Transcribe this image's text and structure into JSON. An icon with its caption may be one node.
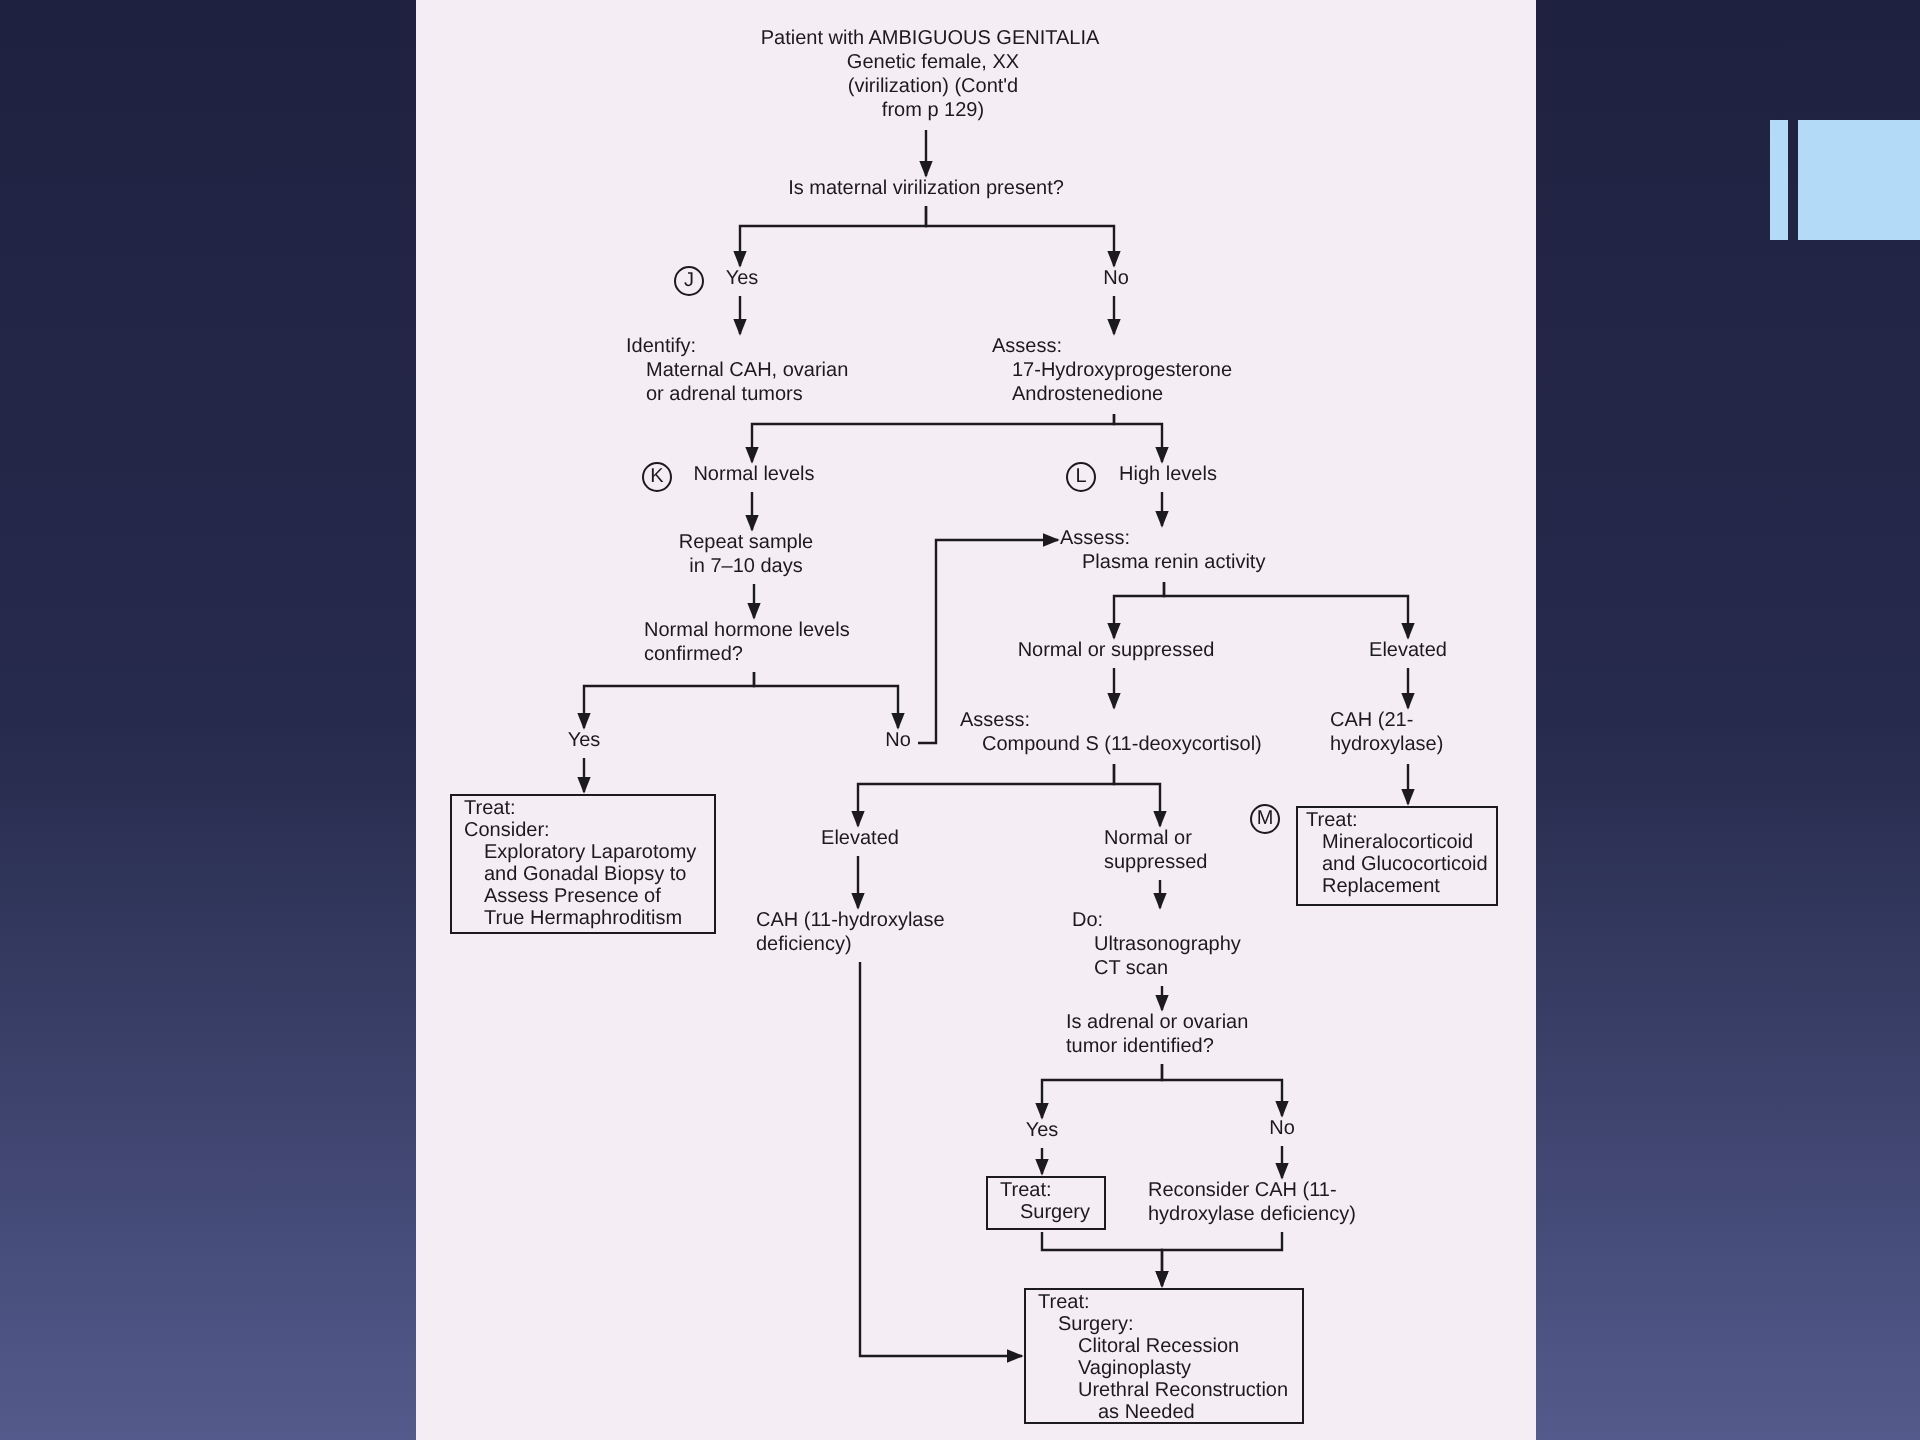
{
  "diagram": {
    "nodes": [
      {
        "text": [
          "Patient with AMBIGUOUS GENITALIA",
          "Genetic female, XX (virilization) (Cont'd from p 129)"
        ]
      },
      {
        "text": [
          "Is maternal virilization present?"
        ]
      },
      {
        "text": [
          "Yes"
        ],
        "beside": [
          "J"
        ]
      },
      {
        "text": [
          "No"
        ]
      },
      {
        "text": [
          "Identify:",
          "Maternal CAH, ovarian or adrenal tumors"
        ]
      },
      {
        "text": [
          "Assess:",
          "17-Hydroxyprogesterone Androstenedione"
        ]
      },
      {
        "text": [
          "Normal levels"
        ],
        "beside": [
          "K"
        ]
      },
      {
        "text": [
          "High levels"
        ],
        "beside": [
          "L"
        ]
      },
      {
        "text": [
          "Repeat sample in 7–10 days"
        ]
      },
      {
        "text": [
          "Normal hormone levels confirmed?"
        ]
      },
      {
        "text": [
          "Yes"
        ]
      },
      {
        "text": [
          "No"
        ]
      },
      {
        "text": [
          "Treat:",
          "Consider:",
          "Exploratory Laparotomy and Gonadal Biopsy to Assess Presence of True Hermaphroditism"
        ]
      },
      {
        "text": [
          "Assess:",
          "Plasma renin activity"
        ]
      },
      {
        "text": [
          "Normal or suppressed"
        ]
      },
      {
        "text": [
          "Elevated"
        ]
      },
      {
        "text": [
          "Assess:",
          "Compound S (11-deoxycortisol)"
        ]
      },
      {
        "text": [
          "CAH (21-hydroxylase)"
        ]
      },
      {
        "text": [
          "Treat:",
          "Mineralocorticoid and Glucocorticoid Replacement"
        ],
        "beside": [
          "M"
        ]
      },
      {
        "text": [
          "Elevated"
        ]
      },
      {
        "text": [
          "Normal or suppressed"
        ]
      },
      {
        "text": [
          "CAH (11-hydroxylase deficiency)"
        ]
      },
      {
        "text": [
          "Do:",
          "Ultrasonography CT scan"
        ]
      },
      {
        "text": [
          "Is adrenal or ovarian tumor identified?"
        ]
      },
      {
        "text": [
          "Yes"
        ]
      },
      {
        "text": [
          "No"
        ]
      },
      {
        "text": [
          "Treat:",
          "Surgery"
        ]
      },
      {
        "text": [
          "Reconsider CAH (11-hydroxylase deficiency)"
        ]
      },
      {
        "text": [
          "Treat:",
          "Surgery:",
          "Clitoral Recession",
          "Vaginoplasty",
          "Urethral Reconstruction as Needed"
        ]
      }
    ],
    "edges": [
      {
        "from": 0,
        "to": 1,
        "arrow": "to"
      },
      {
        "from": 1,
        "to": 2,
        "arrow": "to"
      },
      {
        "from": 1,
        "to": 3,
        "arrow": "to"
      },
      {
        "from": 2,
        "to": 4,
        "arrow": "to"
      },
      {
        "from": 3,
        "to": 5,
        "arrow": "to"
      },
      {
        "from": 5,
        "to": 6,
        "arrow": "to"
      },
      {
        "from": 5,
        "to": 7,
        "arrow": "to"
      },
      {
        "from": 6,
        "to": 8,
        "arrow": "to"
      },
      {
        "from": 8,
        "to": 9,
        "arrow": "to"
      },
      {
        "from": 9,
        "to": 10,
        "arrow": "to"
      },
      {
        "from": 9,
        "to": 11,
        "arrow": "to"
      },
      {
        "from": 10,
        "to": 12,
        "arrow": "to"
      },
      {
        "from": 11,
        "to": 13,
        "arrow": "to"
      },
      {
        "from": 7,
        "to": 13,
        "arrow": "to"
      },
      {
        "from": 13,
        "to": 14,
        "arrow": "to"
      },
      {
        "from": 13,
        "to": 15,
        "arrow": "to"
      },
      {
        "from": 14,
        "to": 16,
        "arrow": "to"
      },
      {
        "from": 15,
        "to": 17,
        "arrow": "to"
      },
      {
        "from": 17,
        "to": 18,
        "arrow": "to"
      },
      {
        "from": 16,
        "to": 19,
        "arrow": "to"
      },
      {
        "from": 16,
        "to": 20,
        "arrow": "to"
      },
      {
        "from": 19,
        "to": 21,
        "arrow": "to"
      },
      {
        "from": 20,
        "to": 22,
        "arrow": "to"
      },
      {
        "from": 22,
        "to": 23,
        "arrow": "to"
      },
      {
        "from": 23,
        "to": 24,
        "arrow": "to"
      },
      {
        "from": 23,
        "to": 25,
        "arrow": "to"
      },
      {
        "from": 24,
        "to": 26,
        "arrow": "to"
      },
      {
        "from": 25,
        "to": 27,
        "arrow": "to"
      },
      {
        "from": 26,
        "to": 28,
        "arrow": "to"
      },
      {
        "from": 27,
        "to": 28,
        "arrow": "to"
      },
      {
        "from": 21,
        "to": 28,
        "arrow": "to"
      }
    ]
  }
}
